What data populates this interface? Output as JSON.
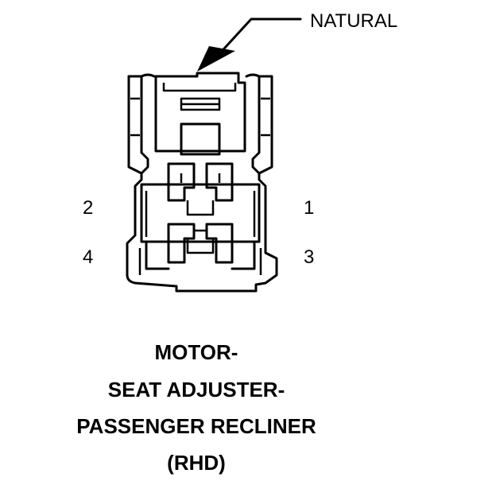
{
  "callout": {
    "label": "NATURAL"
  },
  "pins": {
    "p1": "1",
    "p2": "2",
    "p3": "3",
    "p4": "4"
  },
  "title": {
    "line1": "MOTOR-",
    "line2": "SEAT ADJUSTER-",
    "line3": "PASSENGER RECLINER",
    "line4": "(RHD)"
  },
  "colors": {
    "ink": "#000000",
    "background": "#ffffff"
  }
}
